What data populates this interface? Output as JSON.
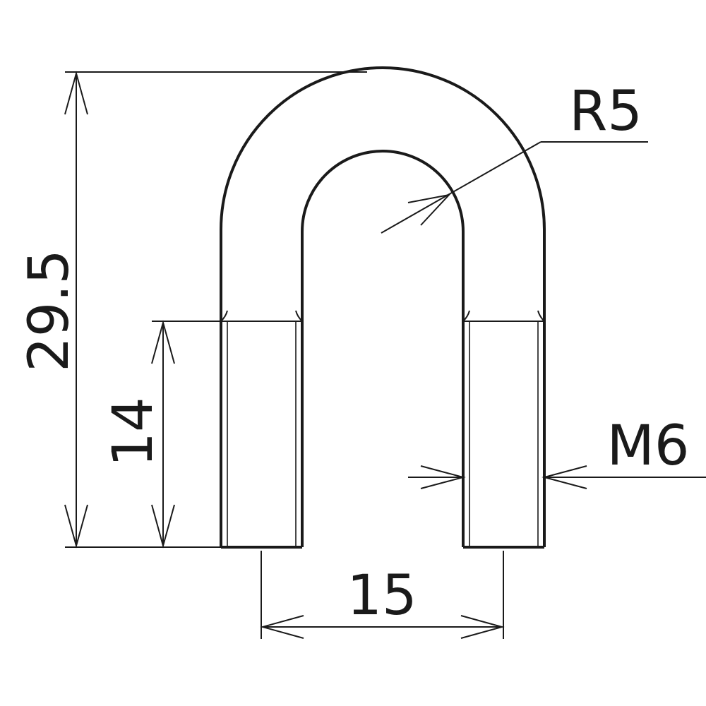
{
  "dimensions": {
    "overall_height": "29.5",
    "thread_length": "14",
    "leg_spacing": "15",
    "bend_radius": "R5",
    "thread_size": "M6"
  },
  "colors": {
    "line": "#1a1a1a",
    "background": "#ffffff"
  }
}
